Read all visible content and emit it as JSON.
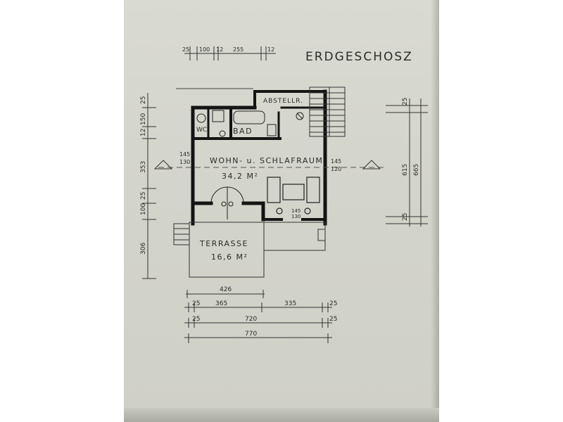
{
  "plan": {
    "title": "ERDGESCHOSZ",
    "rooms": {
      "abstellr": "ABSTELLR.",
      "bad": "BAD",
      "wc": "WC",
      "wohn": "WOHN- u. SCHLAFRAUM",
      "wohn_area": "34,2 M²",
      "terrasse": "TERRASSE",
      "terrasse_area": "16,6 M²"
    },
    "top_dims": [
      "25",
      "100",
      "12",
      "255",
      "12"
    ],
    "left_dims": [
      "25",
      "150",
      "12",
      "353",
      "25",
      "100",
      "306"
    ],
    "right_dims": [
      "25",
      "615",
      "665",
      "25"
    ],
    "window_marks": {
      "left_top": "145",
      "left_bottom": "130",
      "right_top": "145",
      "right_bottom": "120",
      "middle_top": "145",
      "middle_bottom": "130"
    },
    "bottom_dims": {
      "row1": "426",
      "row2": [
        "25",
        "365",
        "335",
        "25"
      ],
      "row3": [
        "25",
        "720",
        "25"
      ],
      "row4": "770"
    }
  },
  "colors": {
    "paper": "#d5d6cd",
    "ink": "#2b2b2b",
    "wall": "#141414"
  }
}
